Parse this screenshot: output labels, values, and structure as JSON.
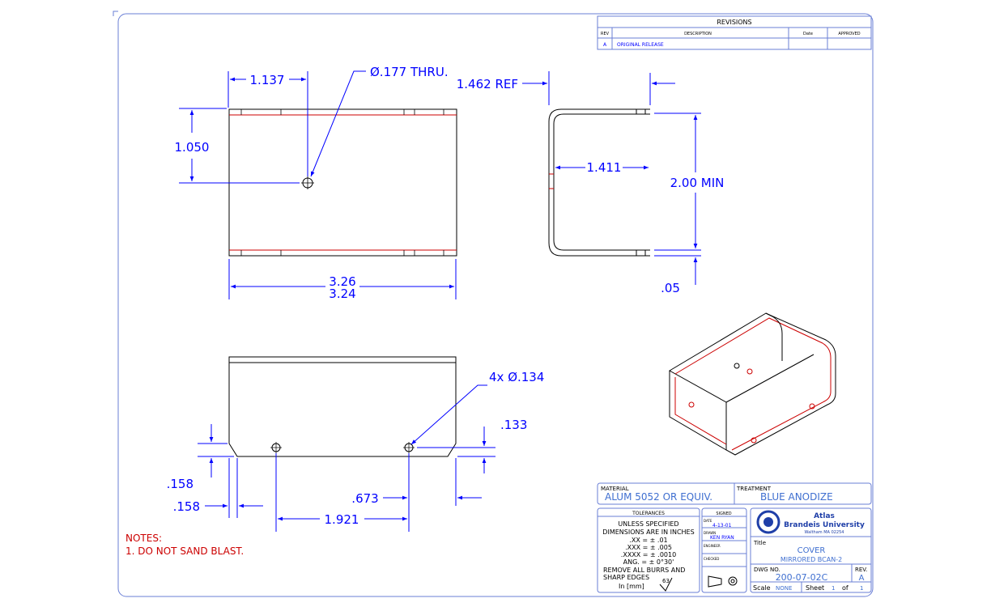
{
  "colors": {
    "dim": "#0000ff",
    "part": "#000000",
    "bend": "#cc0000",
    "frame": "#6a7fd6"
  },
  "revisions": {
    "title": "REVISIONS",
    "headers": [
      "REV",
      "DESCRIPTION",
      "Date",
      "APPROVED"
    ],
    "rows": [
      {
        "rev": "A",
        "description": "ORIGINAL RELEASE",
        "date": "",
        "approved": ""
      }
    ]
  },
  "dims": {
    "hole_x": "1.137",
    "hole_dia": "Ø.177 THRU.",
    "hole_y": "1.050",
    "width_max": "3.26",
    "width_min": "3.24",
    "flange_ref": "1.462 REF",
    "inner_width": "1.411",
    "height_min": "2.00 MIN",
    "thickness": ".05",
    "corner_holes": "4x Ø.134",
    "hole_edge_right": ".133",
    "chamfer_y": ".158",
    "chamfer_x": ".158",
    "hole_pos": ".673",
    "hole_spacing": "1.921"
  },
  "notes": {
    "title": "NOTES:",
    "items": [
      "1. DO NOT SAND BLAST."
    ]
  },
  "title_block": {
    "material_label": "MATERIAL",
    "material": "ALUM 5052 OR EQUIV.",
    "treatment_label": "TREATMENT",
    "treatment": "BLUE ANODIZE",
    "tolerances_label": "TOLERANCES",
    "tolerance_lines": [
      "UNLESS SPECIFIED",
      "DIMENSIONS ARE IN INCHES",
      ".XX = ± .01",
      ".XXX = ± .005",
      ".XXXX = ± .0010",
      "ANG. = ± 0°30'"
    ],
    "burr_lines": [
      "REMOVE ALL BURRS AND",
      "SHARP EDGES"
    ],
    "units": "In [mm]",
    "finish": "63",
    "signed_label": "SIGNED",
    "date_label": "DATE",
    "date_value": "4-13-01",
    "drawn_label": "DRAWN",
    "drawn_value": "KEN RYAN",
    "engineer_label": "ENGINEER",
    "checked_label": "CHECKED",
    "org1": "Atlas",
    "org2": "Brandeis University",
    "org3": "Waltham MA 02254",
    "title_label": "Title",
    "title1": "COVER",
    "title2": "MIRRORED BCAN-2",
    "dwg_label": "DWG NO.",
    "dwg_no": "200-07-02C",
    "rev_label": "REV.",
    "rev": "A",
    "scale_label": "Scale",
    "scale": "NONE",
    "sheet_label": "Sheet",
    "sheet": "1",
    "of_label": "of",
    "of": "1"
  }
}
